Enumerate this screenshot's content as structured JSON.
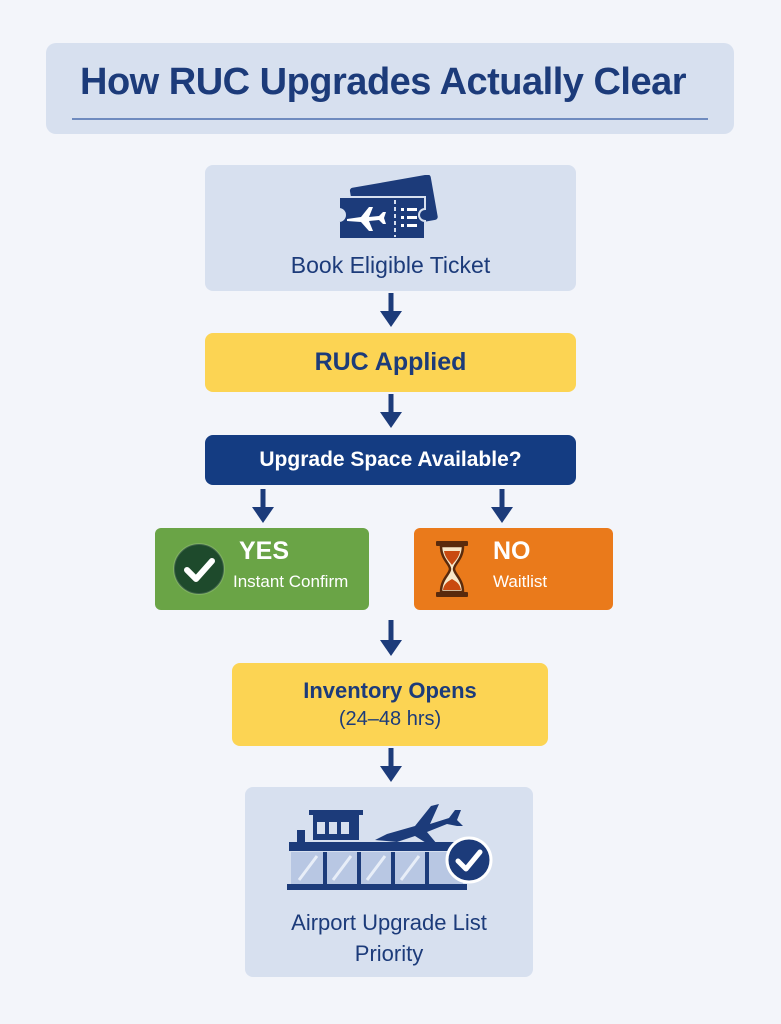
{
  "title": "How RUC Upgrades Actually Clear",
  "steps": {
    "book": {
      "label": "Book Eligible Ticket",
      "icon": "ticket-icon"
    },
    "ruc": {
      "label": "RUC Applied"
    },
    "decision": {
      "label": "Upgrade Space Available?"
    },
    "yes": {
      "title": "YES",
      "subtitle": "Instant Confirm",
      "icon": "check-circle-icon"
    },
    "no": {
      "title": "NO",
      "subtitle": "Waitlist",
      "icon": "hourglass-icon"
    },
    "inventory": {
      "label": "Inventory Opens",
      "sublabel": "(24–48 hrs)"
    },
    "airport": {
      "line1": "Airport Upgrade List",
      "line2": "Priority",
      "icon": "airport-upgrade-icon"
    }
  },
  "colors": {
    "navy": "#1c3b7a",
    "decision_blue": "#143c82",
    "light_blue_box": "#d7e0ef",
    "yellow_box": "#fcd453",
    "yes_green": "#6aa446",
    "no_orange": "#ea7a1b"
  }
}
